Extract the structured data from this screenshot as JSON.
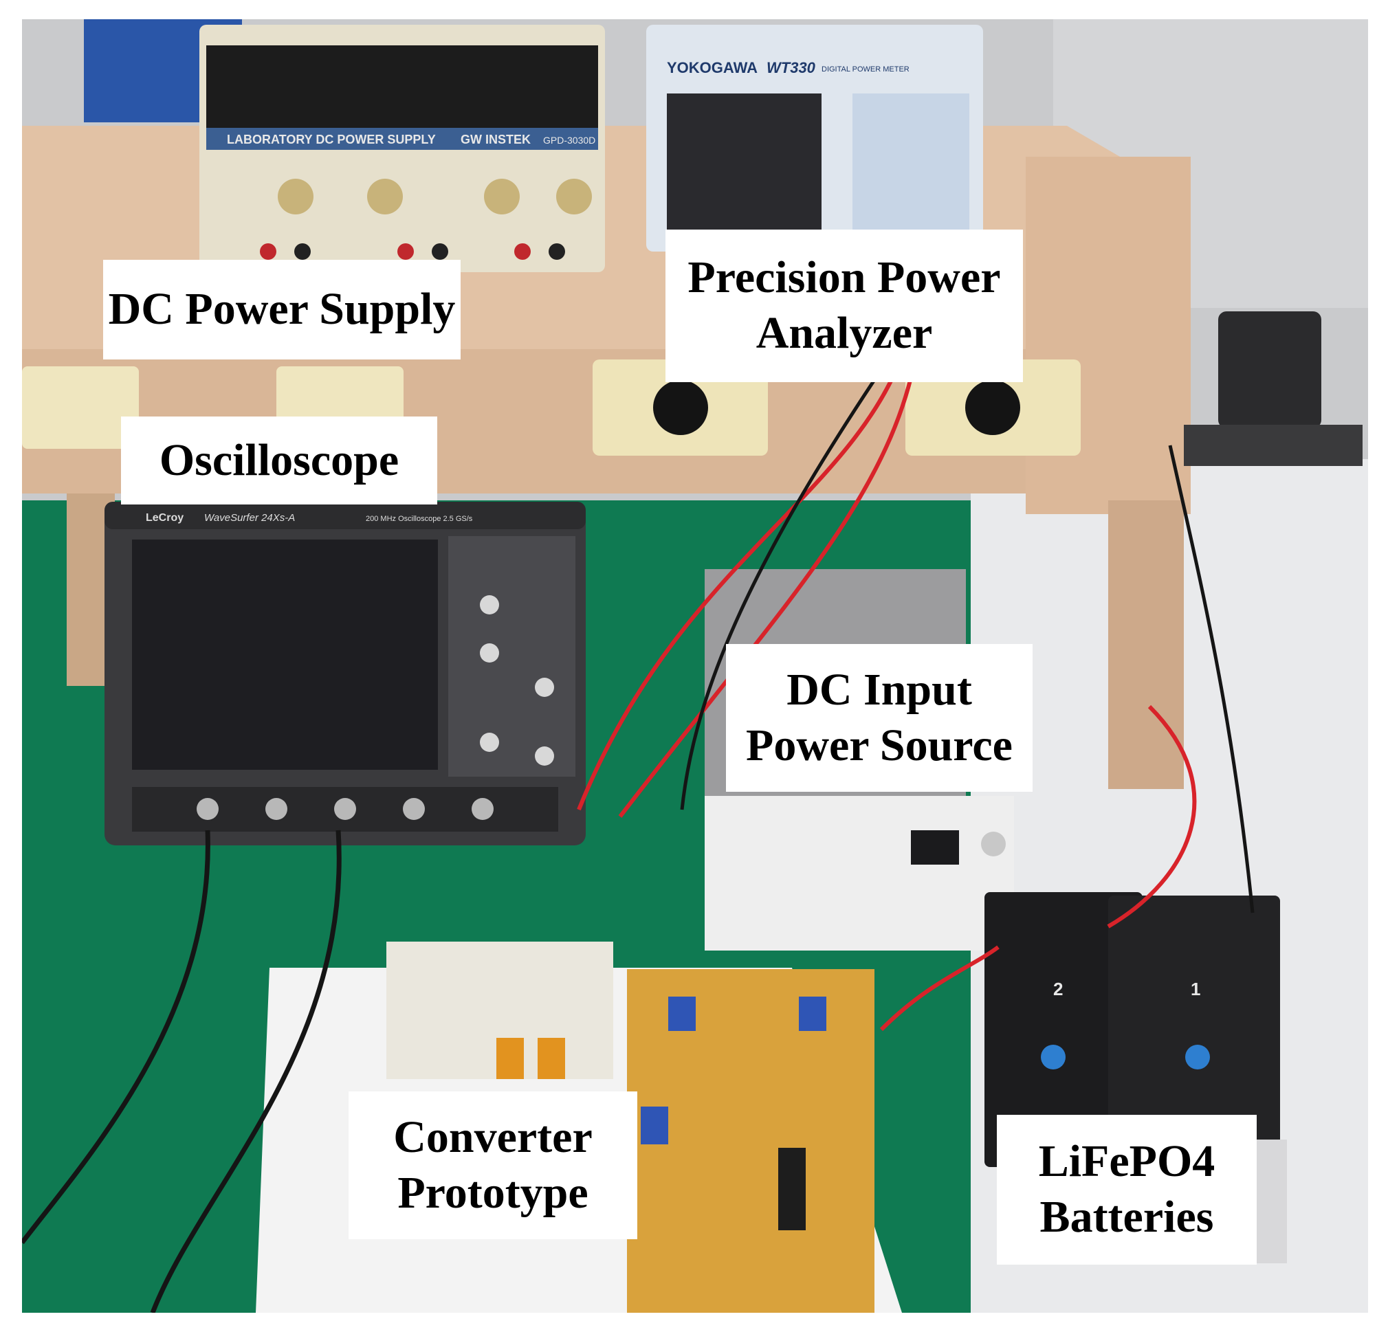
{
  "labels": {
    "dc_power_supply": "DC Power Supply",
    "precision_power_analyzer": "Precision Power\nAnalyzer",
    "oscilloscope": "Oscilloscope",
    "dc_input_power_source": "DC Input\nPower Source",
    "converter_prototype": "Converter\nPrototype",
    "lifepo4_batteries": "LiFePO4\nBatteries"
  },
  "device_markings": {
    "power_supply_panel": "LABORATORY DC POWER SUPPLY",
    "power_supply_brand": "GW INSTEK",
    "power_supply_model": "GPD-3030D",
    "analyzer_brand": "YOKOGAWA",
    "analyzer_model": "WT330",
    "analyzer_subtitle": "DIGITAL POWER METER",
    "scope_brand": "LeCroy",
    "scope_model": "WaveSurfer 24Xs-A",
    "scope_spec": "200 MHz Oscilloscope   2.5 GS/s",
    "battery_1": "1",
    "battery_2": "2"
  },
  "colors": {
    "bench_floor": "#0f7a52",
    "desk_wood": "#e3c3a6",
    "wall": "#cfd0d2",
    "paper": "#f4f4f4",
    "pcb": "#d9a23c",
    "battery": "#1c1c1e",
    "wire_red": "#d8232a",
    "wire_black": "#151515"
  }
}
